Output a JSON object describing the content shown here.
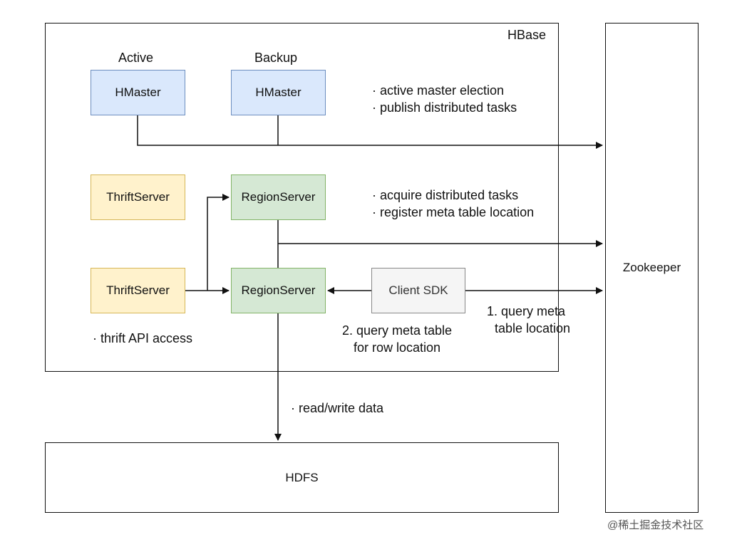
{
  "hbase": {
    "label": "HBase"
  },
  "masters": {
    "active": {
      "caption": "Active",
      "label": "HMaster"
    },
    "backup": {
      "caption": "Backup",
      "label": "HMaster"
    },
    "notes": [
      "· active master election",
      "· publish distributed tasks"
    ]
  },
  "thrift": {
    "top": "ThriftServer",
    "bottom": "ThriftServer",
    "note": "· thrift API access"
  },
  "region": {
    "top": "RegionServer",
    "bottom": "RegionServer",
    "notes": [
      "· acquire distributed tasks",
      "· register meta table location"
    ]
  },
  "client": {
    "label": "Client SDK"
  },
  "edges": {
    "query_meta": [
      "1. query meta",
      "table location"
    ],
    "query_row": [
      "2. query meta table",
      "for row location"
    ],
    "read_write": "· read/write data"
  },
  "zookeeper": {
    "label": "Zookeeper"
  },
  "hdfs": {
    "label": "HDFS"
  },
  "watermark": "@稀土掘金技术社区",
  "colors": {
    "master_fill": "#dae8fc",
    "master_stroke": "#6c8ebf",
    "thrift_fill": "#fff2cc",
    "thrift_stroke": "#d6b656",
    "region_fill": "#d5e8d4",
    "region_stroke": "#82b366",
    "client_fill": "#f5f5f5",
    "client_stroke": "#888888"
  }
}
